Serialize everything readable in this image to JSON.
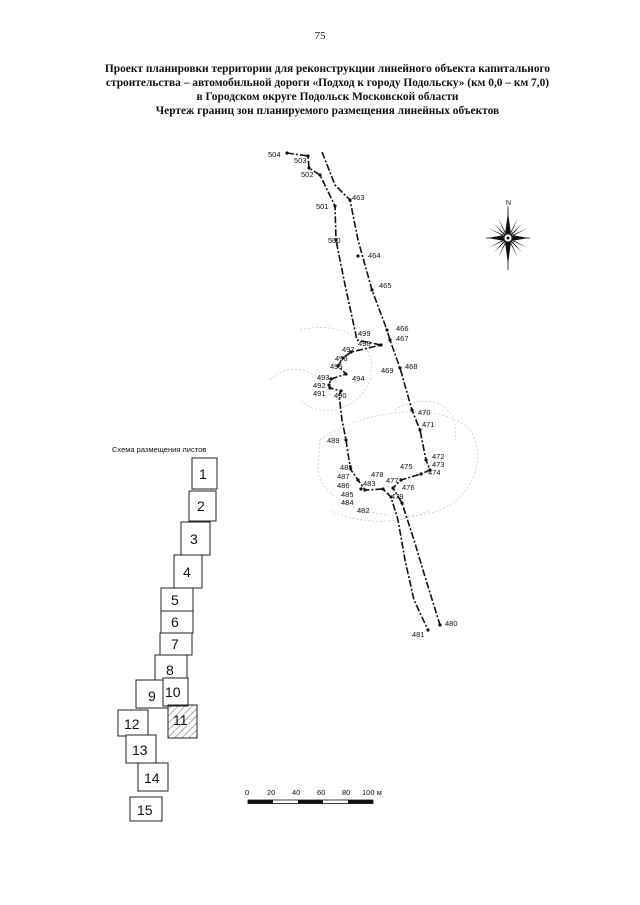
{
  "page": {
    "number": "75"
  },
  "title": {
    "line1": "Проект планировки территории для реконструкции линейного объекта капитального",
    "line2": "строительства – автомобильной дороги «Подход к городу Подольску» (км 0,0 – км 7,0)",
    "line3": "в Городском округе Подольск Московской области",
    "line4": "Чертеж границ зон планируемого размещения линейных объектов"
  },
  "compass": {
    "north_label": "N"
  },
  "sheet_layout": {
    "title": "Схема размещения листов",
    "sheets": [
      "1",
      "2",
      "3",
      "4",
      "5",
      "6",
      "7",
      "8",
      "9",
      "10",
      "11",
      "12",
      "13",
      "14",
      "15"
    ],
    "highlighted_sheet": "11"
  },
  "scale_bar": {
    "ticks": [
      "0",
      "20",
      "40",
      "60",
      "80",
      "100 м"
    ]
  },
  "boundary_points": [
    "504",
    "503",
    "502",
    "501",
    "463",
    "500",
    "464",
    "465",
    "499",
    "498",
    "466",
    "467",
    "497",
    "496",
    "495",
    "493",
    "494",
    "492",
    "491",
    "490",
    "469",
    "468",
    "470",
    "471",
    "489",
    "472",
    "473",
    "474",
    "488",
    "475",
    "487",
    "478",
    "477",
    "486",
    "483",
    "476",
    "485",
    "479",
    "484",
    "482",
    "480",
    "481"
  ]
}
